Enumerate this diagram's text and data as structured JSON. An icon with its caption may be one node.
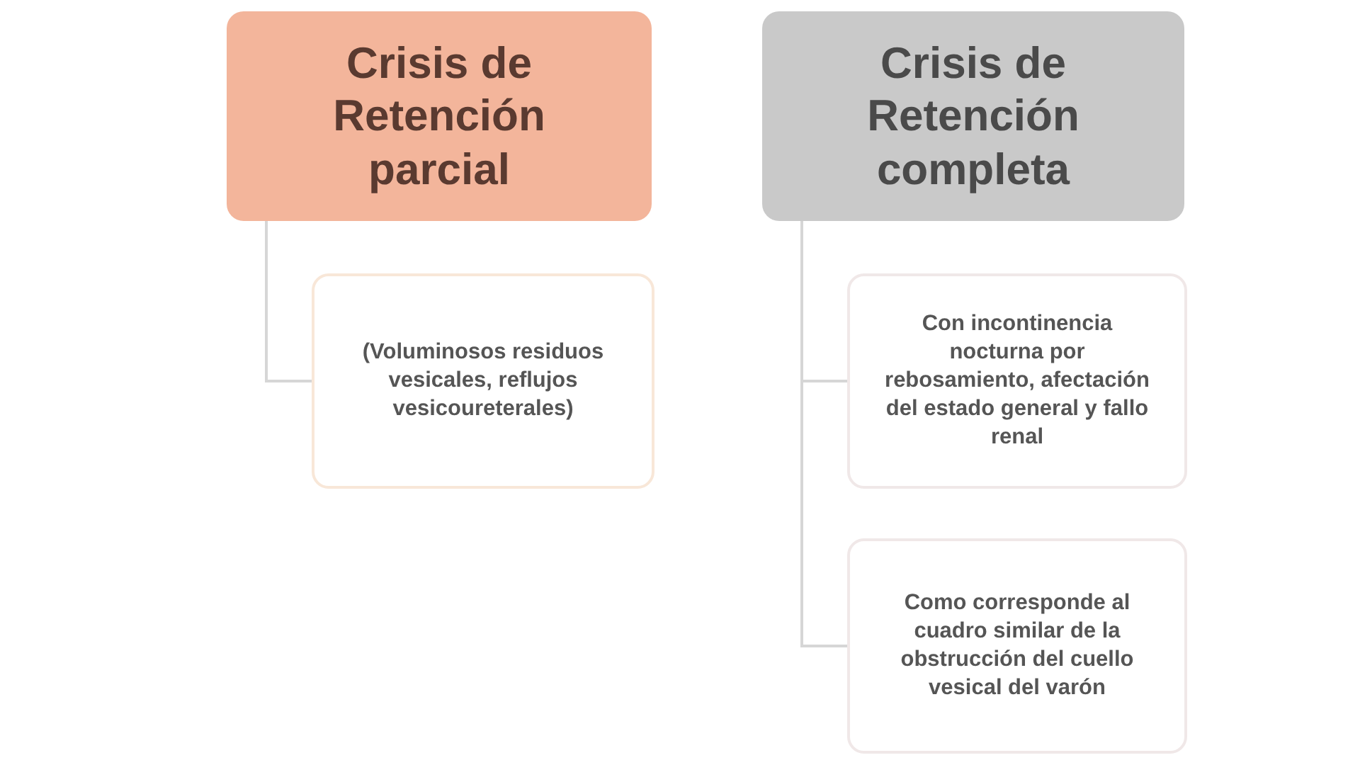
{
  "diagram": {
    "nodes": [
      {
        "text": [
          "Crisis de Retención parcial"
        ]
      },
      {
        "text": [
          "(Voluminosos residuos vesicales, reflujos vesicoureterales)"
        ]
      },
      {
        "text": [
          "Crisis de Retención completa"
        ]
      },
      {
        "text": [
          "Con incontinencia nocturna por rebosamiento, afectación del estado general y fallo renal"
        ]
      },
      {
        "text": [
          "Como corresponde al cuadro similar de la obstrucción del cuello vesical del varón"
        ]
      }
    ],
    "edges": [
      {
        "from": 0,
        "to": 1,
        "arrow": "none"
      },
      {
        "from": 2,
        "to": 3,
        "arrow": "none"
      },
      {
        "from": 2,
        "to": 4,
        "arrow": "none"
      }
    ]
  }
}
